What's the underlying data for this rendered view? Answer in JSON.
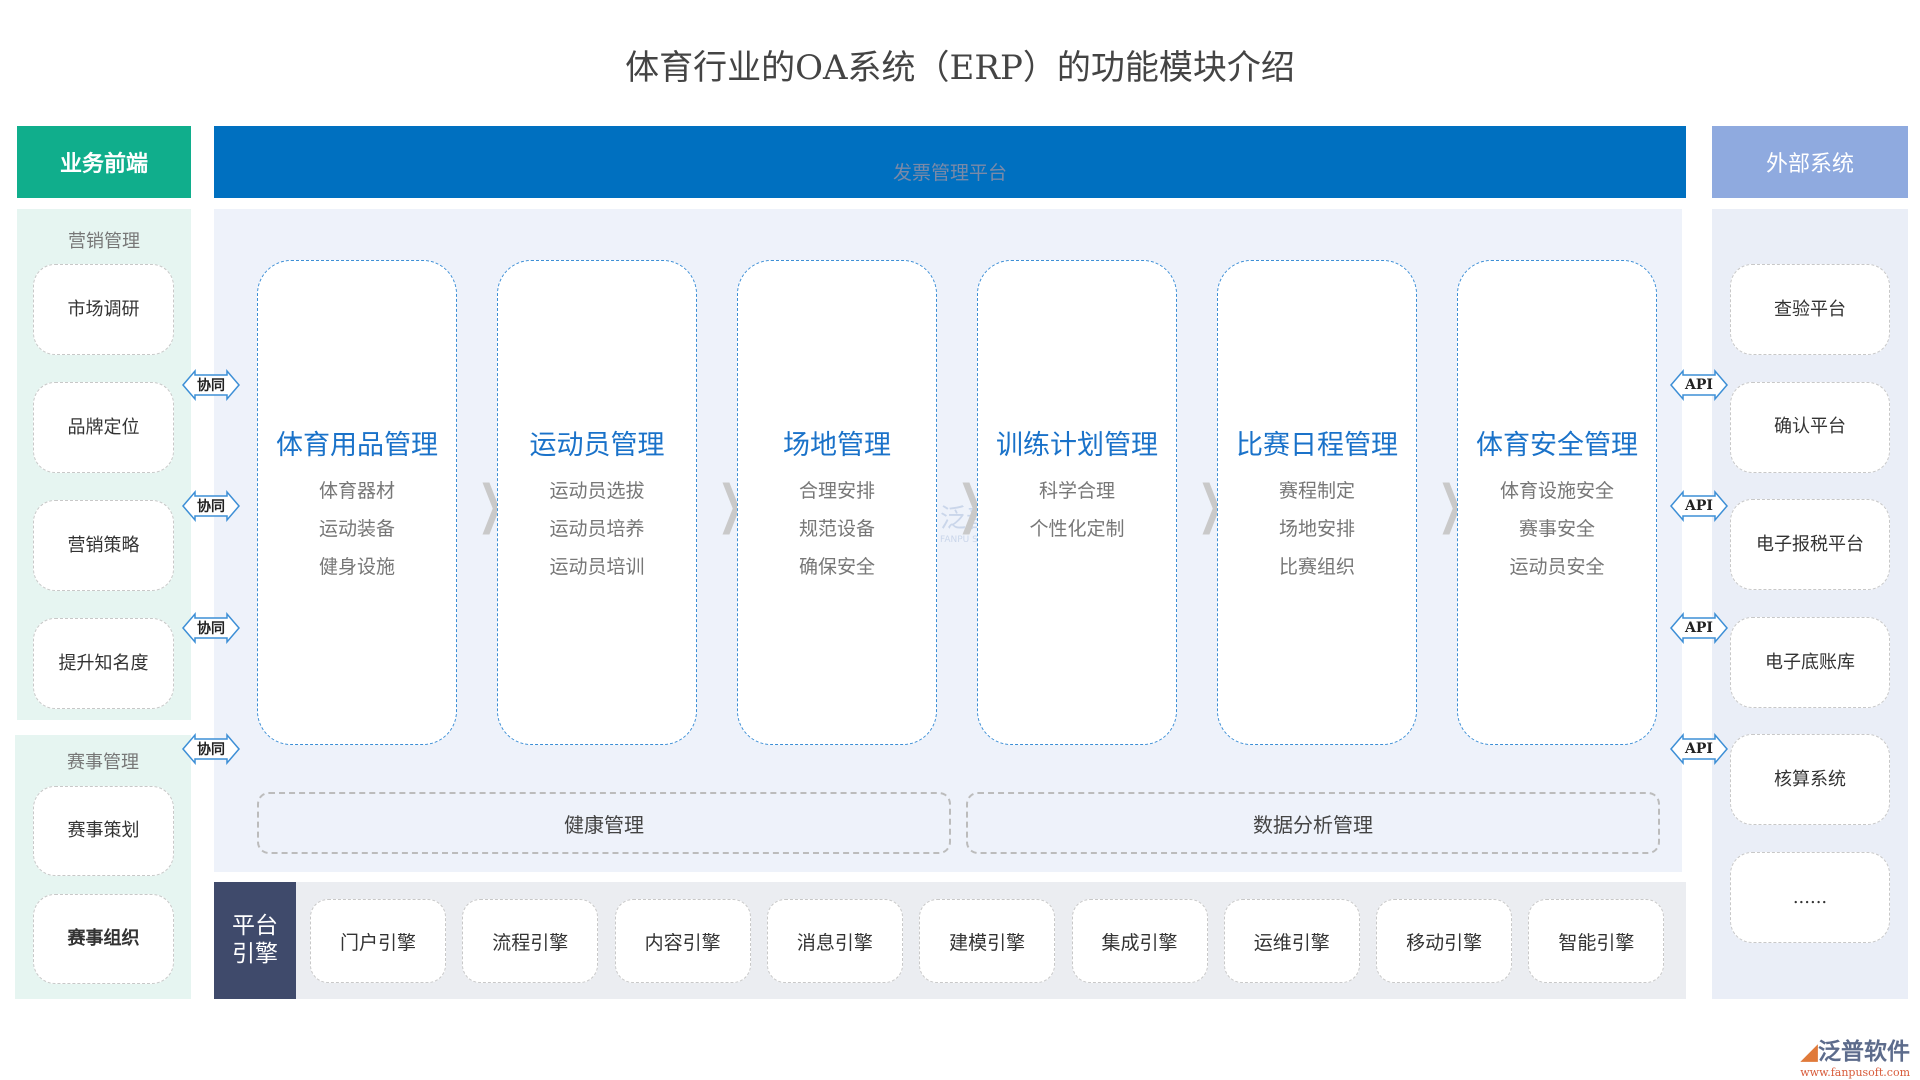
{
  "title": "体育行业的OA系统（ERP）的功能模块介绍",
  "colors": {
    "front_header": "#10ae8c",
    "top_bar": "#0070c0",
    "external_header": "#8faadf",
    "module_title": "#1a72c9",
    "engine_label_bg": "#3f4a6b"
  },
  "front": {
    "header": "业务前端",
    "sections": [
      {
        "title": "营销管理",
        "items": [
          "市场调研",
          "品牌定位",
          "营销策略",
          "提升知名度"
        ]
      },
      {
        "title": "赛事管理",
        "items": [
          "赛事策划",
          "赛事组织"
        ]
      }
    ]
  },
  "top_bar": {
    "label": "发票管理平台"
  },
  "modules": [
    {
      "title": "体育用品管理",
      "items": [
        "体育器材",
        "运动装备",
        "健身设施"
      ]
    },
    {
      "title": "运动员管理",
      "items": [
        "运动员选拔",
        "运动员培养",
        "运动员培训"
      ]
    },
    {
      "title": "场地管理",
      "items": [
        "合理安排",
        "规范设备",
        "确保安全"
      ]
    },
    {
      "title": "训练计划管理",
      "items": [
        "科学合理",
        "个性化定制"
      ]
    },
    {
      "title": "比赛日程管理",
      "items": [
        "赛程制定",
        "场地安排",
        "比赛组织"
      ]
    },
    {
      "title": "体育安全管理",
      "items": [
        "体育设施安全",
        "赛事安全",
        "运动员安全"
      ]
    }
  ],
  "bottom_modules": [
    "健康管理",
    "数据分析管理"
  ],
  "connectors": {
    "left_label": "协同",
    "right_label": "API"
  },
  "engine": {
    "label_line1": "平台",
    "label_line2": "引擎",
    "items": [
      "门户引擎",
      "流程引擎",
      "内容引擎",
      "消息引擎",
      "建模引擎",
      "集成引擎",
      "运维引擎",
      "移动引擎",
      "智能引擎"
    ]
  },
  "external": {
    "header": "外部系统",
    "items": [
      "查验平台",
      "确认平台",
      "电子报税平台",
      "电子底账库",
      "核算系统",
      "......"
    ]
  },
  "watermark": {
    "center_text": "泛普软件",
    "center_sub": "FANPU SOFTWARE",
    "logo_text": "泛普软件",
    "logo_url_text": "www.fanpusoft.com"
  }
}
